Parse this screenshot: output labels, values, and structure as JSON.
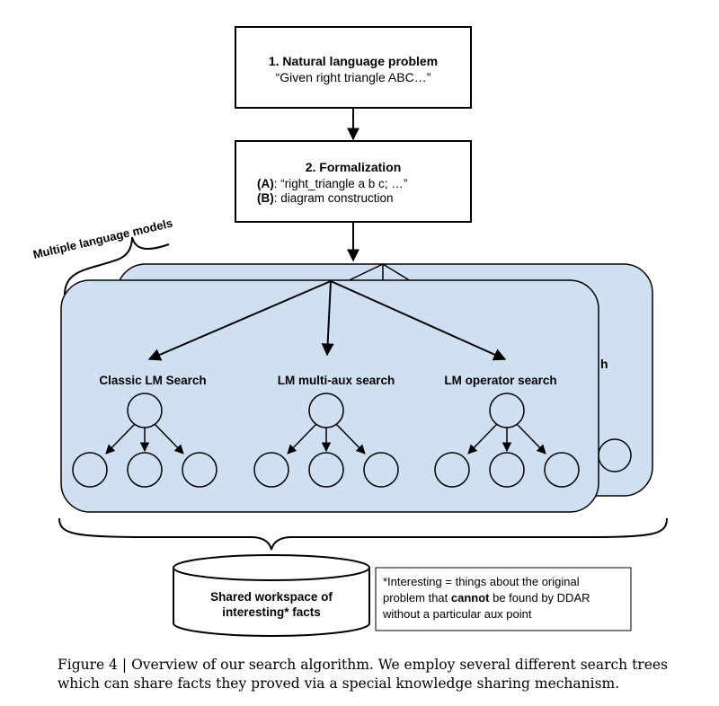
{
  "boxes": {
    "problem": {
      "title": "1. Natural language problem",
      "text": "“Given right triangle ABC…”"
    },
    "formalization": {
      "title": "2. Formalization",
      "line_a_label": "(A)",
      "line_a_text": ": “right_triangle a b c; …”",
      "line_b_label": "(B)",
      "line_b_text": ": diagram construction"
    }
  },
  "brace_label": "Multiple language models",
  "back_panel_fragment": "h",
  "searches": [
    {
      "label": "Classic LM Search"
    },
    {
      "label": "LM multi-aux search"
    },
    {
      "label": "LM operator search"
    }
  ],
  "workspace": {
    "line1": "Shared workspace of",
    "line2": "interesting* facts"
  },
  "note": {
    "line1": "*Interesting = things about the original",
    "line2_pre": "problem that ",
    "line2_bold": "cannot",
    "line2_post": " be found by DDAR",
    "line3": "without a particular aux point"
  },
  "caption": "Figure 4 | Overview of our search algorithm. We employ several different search trees which can share facts they proved via a special knowledge sharing mechanism.",
  "colors": {
    "panel_fill": "#cfe0f3",
    "stroke": "#000000"
  }
}
